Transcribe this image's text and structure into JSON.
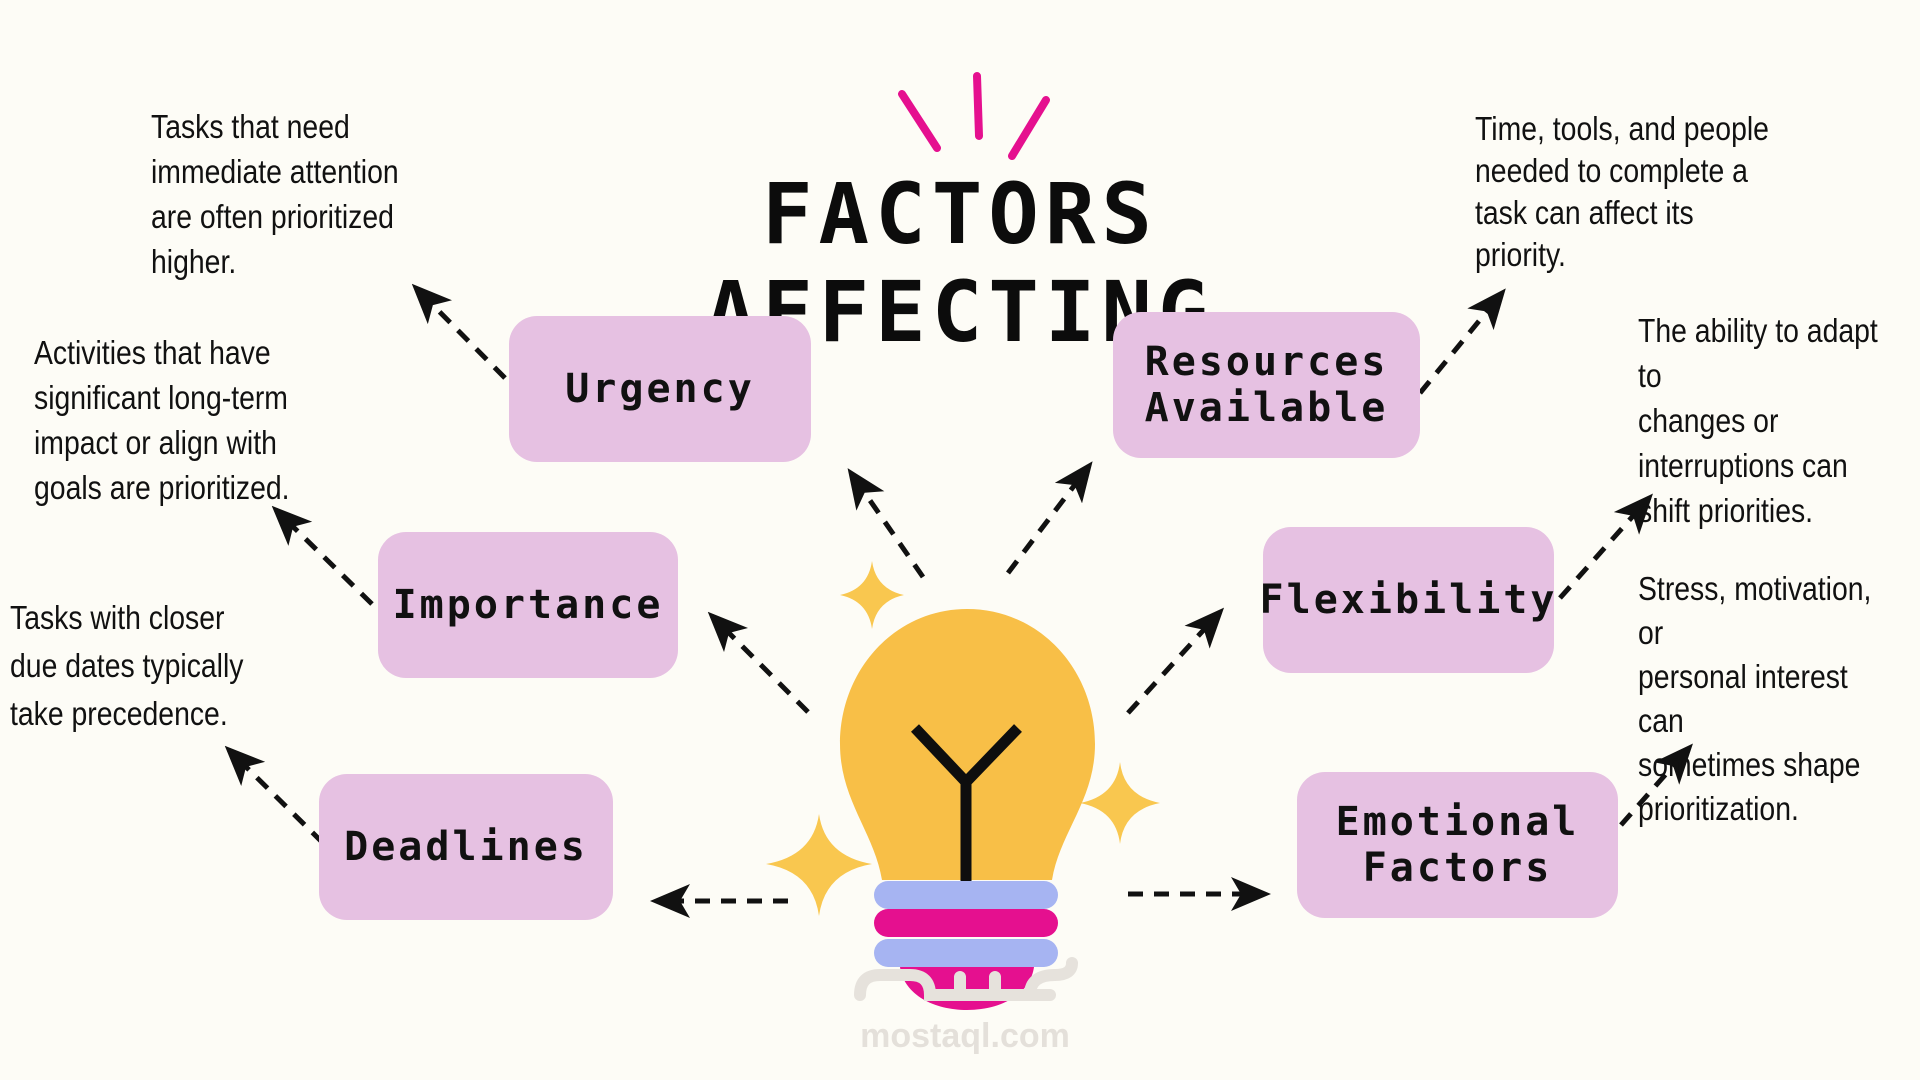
{
  "title": "FACTORS AFFECTING",
  "factors": [
    {
      "id": "urgency",
      "label": "Urgency",
      "description": [
        "Tasks that need",
        "immediate attention",
        "are often prioritized",
        "higher."
      ]
    },
    {
      "id": "importance",
      "label": "Importance",
      "description": [
        "Activities that have",
        "significant long-term",
        "impact or align with",
        "goals are prioritized."
      ]
    },
    {
      "id": "deadlines",
      "label": "Deadlines",
      "description": [
        "Tasks with closer",
        "due dates typically",
        "take precedence."
      ]
    },
    {
      "id": "resources",
      "label": [
        "Resources",
        "Available"
      ],
      "description": [
        "Time, tools, and people",
        "needed to complete a",
        "task can affect its",
        "priority."
      ]
    },
    {
      "id": "flexibility",
      "label": "Flexibility",
      "description": [
        "The ability to adapt to",
        "changes or",
        "interruptions can",
        "shift priorities."
      ]
    },
    {
      "id": "emotional",
      "label": [
        "Emotional",
        "Factors"
      ],
      "description": [
        "Stress, motivation, or",
        "personal interest can",
        "sometimes shape",
        "prioritization."
      ]
    }
  ],
  "watermark": {
    "text": "mostaql.com",
    "logo": "mostaql-arabic-logo"
  },
  "colors": {
    "background": "#fdfcf6",
    "box": "#e6c1e2",
    "bulb": "#f8bf47",
    "sparkle": "#f9c74f",
    "accent_pink": "#e5108f",
    "base_blue": "#a6b4f2",
    "text": "#111111"
  },
  "icons": [
    "lightbulb-icon",
    "sparkle-icon",
    "dashed-arrow-icon",
    "burst-lines-icon"
  ]
}
